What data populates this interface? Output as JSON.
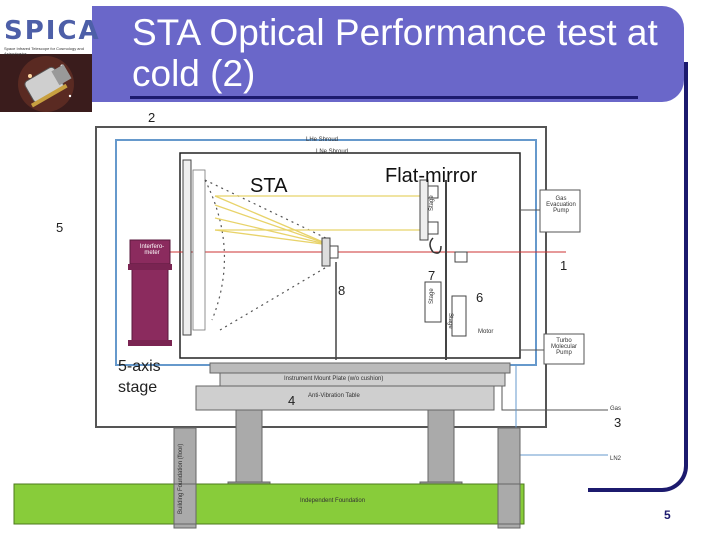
{
  "slide": {
    "title": "STA Optical Performance test at cold (2)",
    "page_number": "5"
  },
  "logo": {
    "text": "SPICA",
    "subtitle": "Space Infrared Telescope for Cosmology and Astrophysics"
  },
  "diagram": {
    "labels": {
      "shroud_lhe": "LHe Shroud",
      "shroud_lne": "LNe Shroud",
      "sta": "STA",
      "flat_mirror": "Flat-mirror",
      "interferometer": "Interfero-meter",
      "gas_evacuation_pump": "Gas Evacuation Pump",
      "turbo_molecular_pump": "Turbo Molecular Pump",
      "motor": "Motor",
      "stage_label": "Stage",
      "stage_left": "Stage",
      "stage_right": "Stage",
      "five_axis_stage": "5-axis stage",
      "mount_plate": "Instrument Mount Plate (w/o cushion)",
      "anti_vibration_table": "Anti-Vibration Table",
      "independent_foundation": "Independent Foundation",
      "floor_foundation": "Building Foundation (floor)",
      "gas_out": "Gas",
      "lne_out": "LN2"
    },
    "callouts": {
      "n1": "1",
      "n2": "2",
      "n3": "3",
      "n4": "4",
      "n5": "5",
      "n6": "6",
      "n7": "7",
      "n8": "8"
    },
    "colors": {
      "chamber_outer": "#555555",
      "shroud": "#6699cc",
      "beam": "#e8d36a",
      "laser": "#cc3333",
      "interferometer": "#8b2b5e",
      "foundation": "#88cc3a",
      "structure": "#9e9e9e"
    }
  }
}
